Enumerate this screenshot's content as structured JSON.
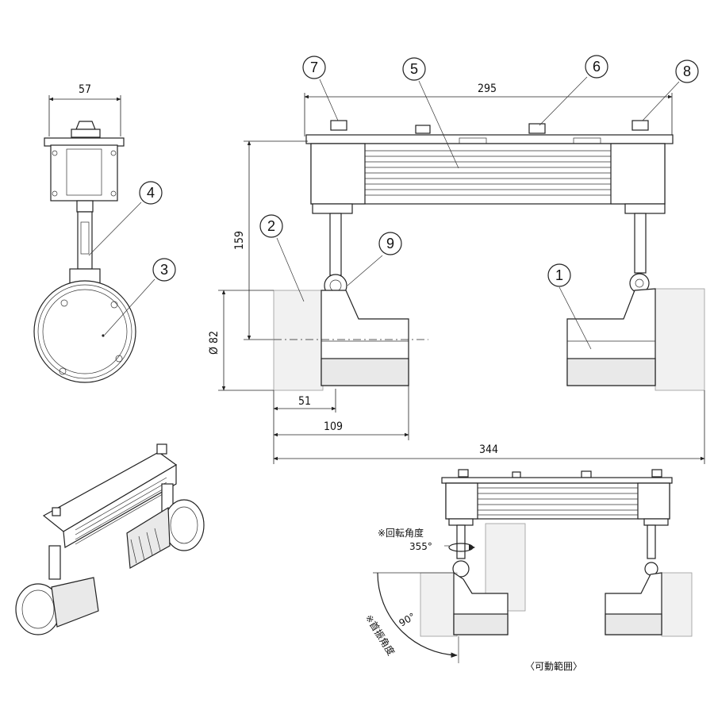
{
  "dimensions": {
    "width_57": "57",
    "width_295": "295",
    "height_159": "159",
    "diameter_82": "Ø 82",
    "offset_51": "51",
    "offset_109": "109",
    "width_344": "344"
  },
  "callouts": [
    "1",
    "2",
    "3",
    "4",
    "5",
    "6",
    "7",
    "8",
    "9"
  ],
  "annotations": {
    "rotation_angle": "※回転角度",
    "rotation_value": "355°",
    "tilt_angle": "※首振角度",
    "tilt_value": "90°",
    "range_label": "〈可動範囲〉"
  }
}
